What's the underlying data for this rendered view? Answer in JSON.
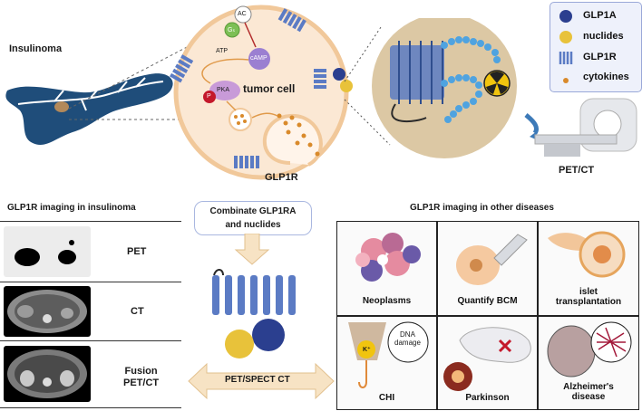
{
  "labels": {
    "insulinoma": "Insulinoma",
    "tumor_cell": "tumor cell",
    "glp1r_cell": "GLP1R",
    "ac": "AC",
    "gs": "Gₛ",
    "atp": "ATP",
    "camp": "cAMP",
    "pka": "PKA",
    "p": "P",
    "pet_ct_scanner": "PET/CT",
    "section_insulinoma": "GLP1R imaging in insulinoma",
    "section_other": "GLP1R imaging in other diseases",
    "combine": "Combinate GLP1RA\nand nuclides",
    "pet_spect": "PET/SPECT CT",
    "scan_pet": "PET",
    "scan_ct": "CT",
    "scan_fusion": "Fusion\nPET/CT",
    "k_plus": "K⁺",
    "dna_damage": "DNA\ndamage"
  },
  "legend": [
    {
      "icon": "blue-sphere-icon",
      "label": "GLP1A",
      "color": "#2b3f8f"
    },
    {
      "icon": "yellow-sphere-icon",
      "label": "nuclides",
      "color": "#e8c23a"
    },
    {
      "icon": "receptor-icon",
      "label": "GLP1R",
      "color": "#5b7bc4"
    },
    {
      "icon": "orange-dot-icon",
      "label": "cytokines",
      "color": "#d98a2b"
    }
  ],
  "diseases": [
    {
      "label": "Neoplasms"
    },
    {
      "label": "Quantify BCM"
    },
    {
      "label": "islet\ntransplantation"
    },
    {
      "label": "CHI"
    },
    {
      "label": "Parkinson"
    },
    {
      "label": "Alzheimer's\ndisease"
    }
  ],
  "colors": {
    "receptor": "#5b7bc4",
    "glp1a": "#2b3f8f",
    "nuclide": "#e8c23a",
    "cell_fill": "#fbe8d4",
    "cell_border": "#f1c89a",
    "pancreas": "#1f4d7a",
    "arrow_fill": "#f7e3c4"
  }
}
